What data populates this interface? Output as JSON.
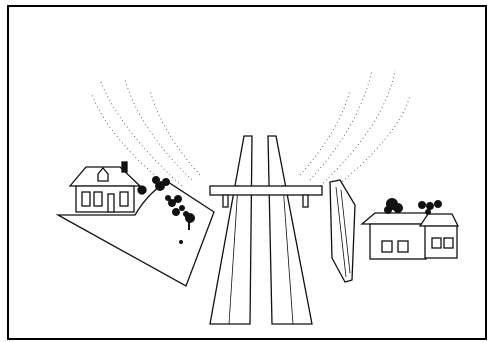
{
  "figure": {
    "components": [
      {
        "name": "highway",
        "icon": "highway-illustration"
      },
      {
        "name": "overpass",
        "icon": "overpass-bridge"
      },
      {
        "name": "embankment-with-trees",
        "icon": "earth-berm"
      },
      {
        "name": "noise-barrier-wall",
        "icon": "sound-wall"
      },
      {
        "name": "house-left",
        "icon": "house"
      },
      {
        "name": "houses-right",
        "icon": "house"
      },
      {
        "name": "sound-waves",
        "icon": "dotted-arcs"
      }
    ],
    "colors": {
      "background": "#ffffff",
      "ink": "#111111",
      "frame": "#000000"
    }
  }
}
